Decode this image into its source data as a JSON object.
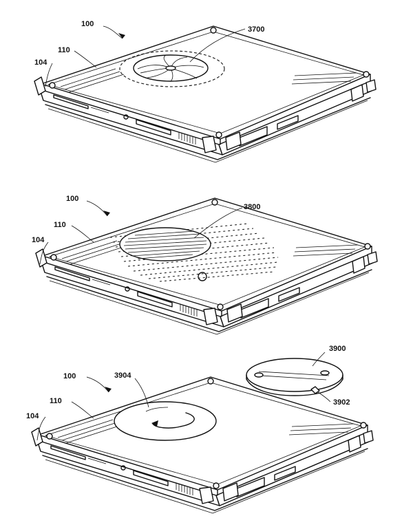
{
  "figures": [
    {
      "device_ref": "100",
      "lid_ref": "110",
      "edge_ref": "104",
      "feature_ref": "3700"
    },
    {
      "device_ref": "100",
      "lid_ref": "110",
      "edge_ref": "104",
      "feature_ref": "3800"
    },
    {
      "device_ref": "100",
      "lid_ref": "110",
      "edge_ref": "104",
      "feature_ref": "3904",
      "cover_ref": "3900",
      "tab_ref": "3902"
    }
  ]
}
